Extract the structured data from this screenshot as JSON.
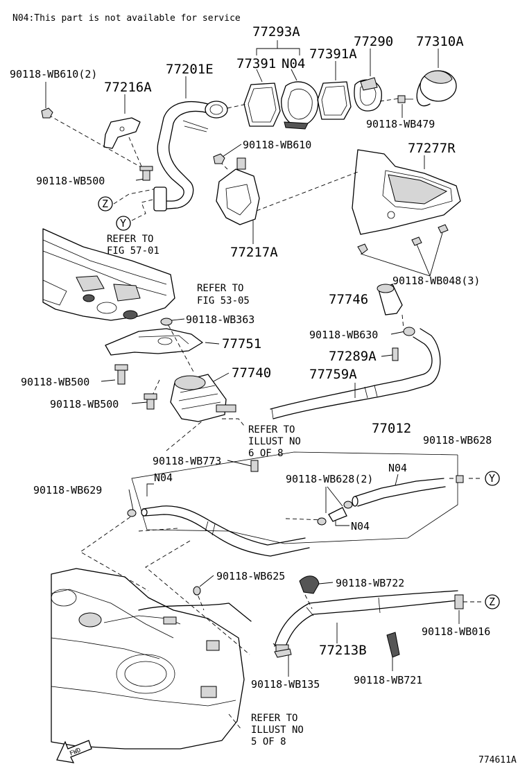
{
  "note": "N04:This part is not available for service",
  "figure_code": "774611A",
  "fwd_label": "FWD",
  "connectors": {
    "y": "Y",
    "z": "Z"
  },
  "labels": {
    "p77293A": "77293A",
    "p77391": "77391",
    "p77391_n04": "N04",
    "p77391A": "77391A",
    "p77290": "77290",
    "p77310A": "77310A",
    "p90118_WB610_2": "90118-WB610(2)",
    "p77201E": "77201E",
    "p77216A": "77216A",
    "p90118_WB479": "90118-WB479",
    "p90118_WB610": "90118-WB610",
    "p77277R": "77277R",
    "p90118_WB500_a": "90118-WB500",
    "p77217A": "77217A",
    "p90118_WB048_3": "90118-WB048(3)",
    "p77746": "77746",
    "p90118_WB363": "90118-WB363",
    "p77751": "77751",
    "p90118_WB630": "90118-WB630",
    "p77289A": "77289A",
    "p90118_WB500_b": "90118-WB500",
    "p77740": "77740",
    "p77759A": "77759A",
    "p90118_WB500_c": "90118-WB500",
    "p77012": "77012",
    "p90118_WB628": "90118-WB628",
    "p90118_WB773": "90118-WB773",
    "p90118_WB629": "90118-WB629",
    "n04_left": "N04",
    "p90118_WB628_2": "90118-WB628(2)",
    "n04_right": "N04",
    "n04_joint": "N04",
    "p90118_WB625": "90118-WB625",
    "p90118_WB722": "90118-WB722",
    "p77213B": "77213B",
    "p90118_WB016": "90118-WB016",
    "p90118_WB135": "90118-WB135",
    "p90118_WB721": "90118-WB721"
  },
  "refs": {
    "fig5701": [
      "REFER TO",
      "FIG 57-01"
    ],
    "fig5305": [
      "REFER TO",
      "FIG 53-05"
    ],
    "illust6": [
      "REFER TO",
      "ILLUST NO",
      "6 OF 8"
    ],
    "illust5": [
      "REFER TO",
      "ILLUST NO",
      "5 OF 8"
    ]
  }
}
